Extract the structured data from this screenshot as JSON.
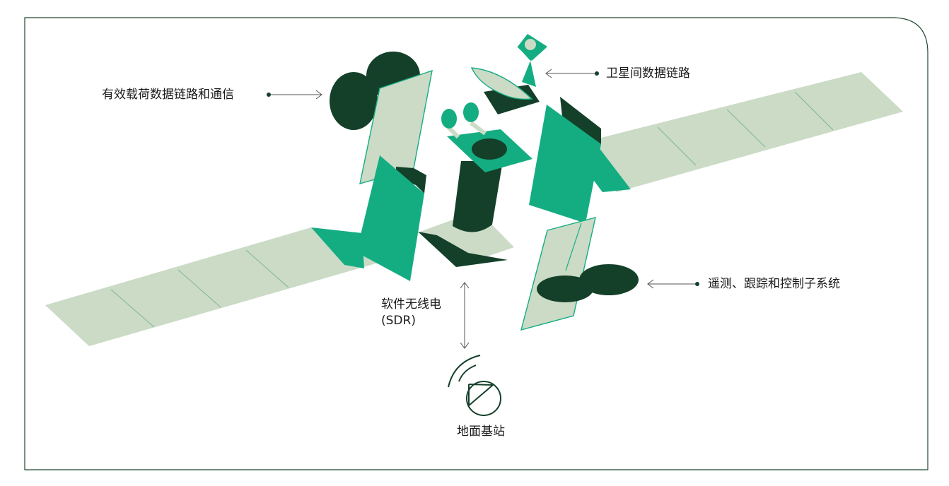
{
  "labels": {
    "payload": "有效载荷数据链路和通信",
    "isl": "卫星间数据链路",
    "ttc": "遥测、跟踪和控制子系统",
    "sdr_line1": "软件无线电",
    "sdr_line2": "(SDR)",
    "ground": "地面基站"
  },
  "colors": {
    "frame": "#1f4a30",
    "light_panel": "#cbdbc6",
    "bright_green": "#14ad82",
    "dark_green": "#14402a",
    "line": "#555555",
    "text": "#1a1a1a"
  }
}
